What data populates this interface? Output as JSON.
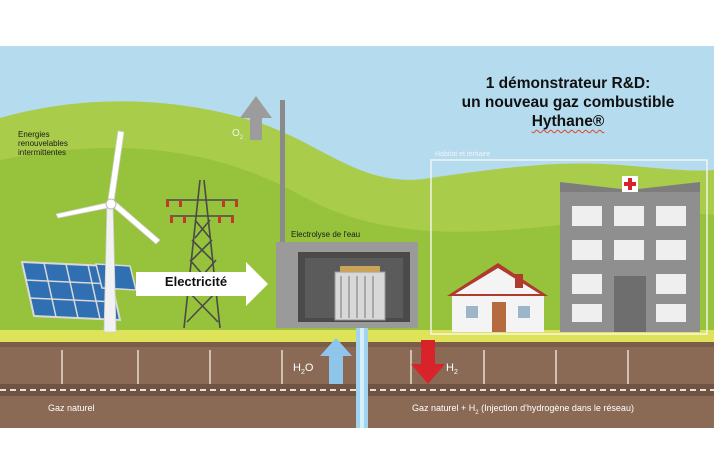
{
  "title": {
    "line1": "1 démonstrateur R&D:",
    "line2": "un nouveau gaz combustible",
    "line3": "Hythane®"
  },
  "labels": {
    "energies_line1": "Energies",
    "energies_line2": "renouvelables",
    "energies_line3": "intermittentes",
    "electricite": "Electricité",
    "electrolyse": "Electrolyse de l'eau",
    "o2": "O",
    "o2_sub": "2",
    "h2o_h": "H",
    "h2o_sub": "2",
    "h2o_o": "O",
    "h2_h": "H",
    "h2_sub": "2",
    "habitat": "Habitat et tertiaire",
    "gaz_naturel": "Gaz naturel",
    "gaz_mix_pre": "Gaz naturel + H",
    "gaz_mix_sub": "2",
    "gaz_mix_post": " (Injection d'hydrogène dans le réseau)"
  },
  "colors": {
    "sky": "#b4dbee",
    "hill_back": "#a9cc4a",
    "hill_front": "#8fbd3a",
    "ground_stripe": "#dfe35a",
    "soil": "#8a6a55",
    "soil_dark": "#6e5341",
    "plant": "#9e9e9e",
    "building": "#8f8f8f",
    "arrow_up_blue": "#8fc5ea",
    "arrow_down_red": "#d8232a"
  }
}
